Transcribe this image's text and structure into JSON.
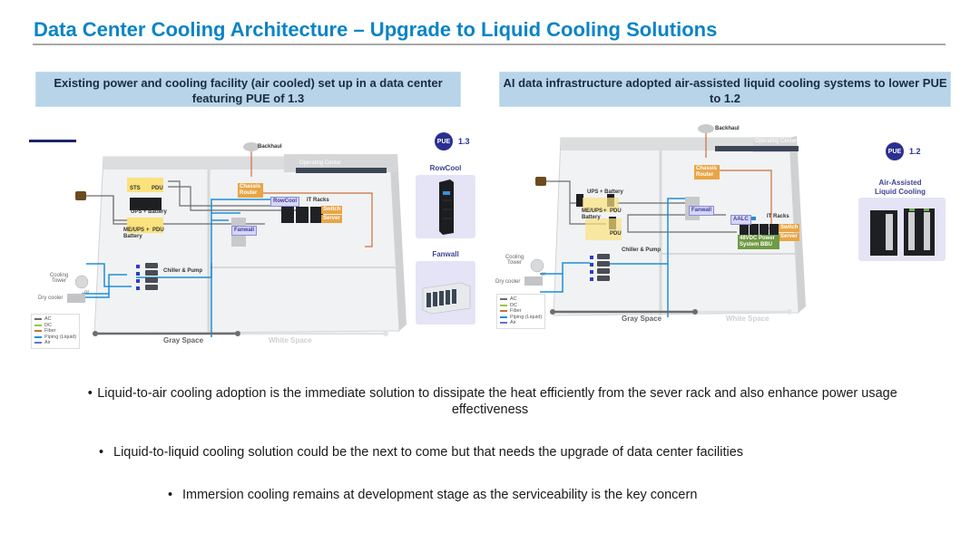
{
  "header": {
    "title": "Data Center Cooling Architecture – Upgrade to Liquid Cooling Solutions"
  },
  "left_panel": {
    "caption": "Existing power and cooling facility (air cooled) set up in a data center featuring PUE of 1.3",
    "diagram": {
      "backhaul": "Backhaul",
      "operating_center": "Operating Center",
      "sts": "STS",
      "pdu_top": "PDU",
      "ups_battery": "UPS + Battery",
      "me_ups": "ME/UPS",
      "plus": "+",
      "pdu_bottom": "PDU",
      "battery": "Battery",
      "chassis_router": "Chassis Router",
      "rowcool": "RowCool",
      "it_racks": "IT Racks",
      "switch": "Switch",
      "server": "Server",
      "fanwall": "Fanwall",
      "cooling_tower": "Cooling Tower",
      "or": "or",
      "dry_cooler": "Dry cooler",
      "chiller_pump": "Chiller & Pump",
      "gray_space": "Gray Space",
      "white_space": "White Space",
      "legend": [
        {
          "label": "AC",
          "color": "#6d6d6d"
        },
        {
          "label": "DC",
          "color": "#9bc53d"
        },
        {
          "label": "Fiber",
          "color": "#c8713c"
        },
        {
          "label": "Piping (Liquid)",
          "color": "#1c8fd8"
        },
        {
          "label": "Air",
          "color": "#6b6fc9"
        }
      ]
    },
    "pue_badge": "PUE",
    "pue_value": "1.3",
    "products": [
      {
        "title": "RowCool"
      },
      {
        "title": "Fanwall"
      }
    ]
  },
  "right_panel": {
    "caption": "AI data infrastructure adopted air-assisted liquid cooling systems to lower PUE to 1.2",
    "diagram": {
      "backhaul": "Backhaul",
      "operating_center": "Operating Center",
      "ups_battery": "UPS + Battery",
      "me_ups": "ME/UPS",
      "plus": "+",
      "pdu_mid": "PDU",
      "battery": "Battery",
      "pdu_bottom": "PDU",
      "chassis_router": "Chassis Router",
      "fanwall": "Fanwall",
      "aalc": "AALC",
      "it_racks": "IT Racks",
      "switch": "Switch",
      "server": "Server",
      "power_system": "48VDC Power System BBU",
      "cooling_tower": "Cooling Tower",
      "or": "or",
      "dry_cooler": "Dry cooler",
      "chiller_pump": "Chiller & Pump",
      "gray_space": "Gray Space",
      "white_space": "White Space",
      "legend": [
        {
          "label": "AC",
          "color": "#6d6d6d"
        },
        {
          "label": "DC",
          "color": "#9bc53d"
        },
        {
          "label": "Fiber",
          "color": "#c8713c"
        },
        {
          "label": "Piping (Liquid)",
          "color": "#1c8fd8"
        },
        {
          "label": "Air",
          "color": "#6b6fc9"
        }
      ]
    },
    "pue_badge": "PUE",
    "pue_value": "1.2",
    "product_title": "Air-Assisted Liquid Cooling"
  },
  "bullets": [
    {
      "marker": "•",
      "text": "Liquid-to-air cooling adoption is the immediate solution to dissipate the heat efficiently from the sever rack and also enhance power usage effectiveness"
    },
    {
      "marker": "•",
      "text": "Liquid-to-liquid cooling solution could be the next to come but that needs the upgrade of data center facilities"
    },
    {
      "marker": "•",
      "text": "Immersion cooling remains at development stage as the serviceability is the key concern"
    }
  ],
  "colors": {
    "title": "#0a84c6",
    "caption_bg": "#b7d4e8",
    "pue_badge": "#2b2f8f",
    "piping": "#1c8fd8",
    "fiber": "#c8713c"
  }
}
